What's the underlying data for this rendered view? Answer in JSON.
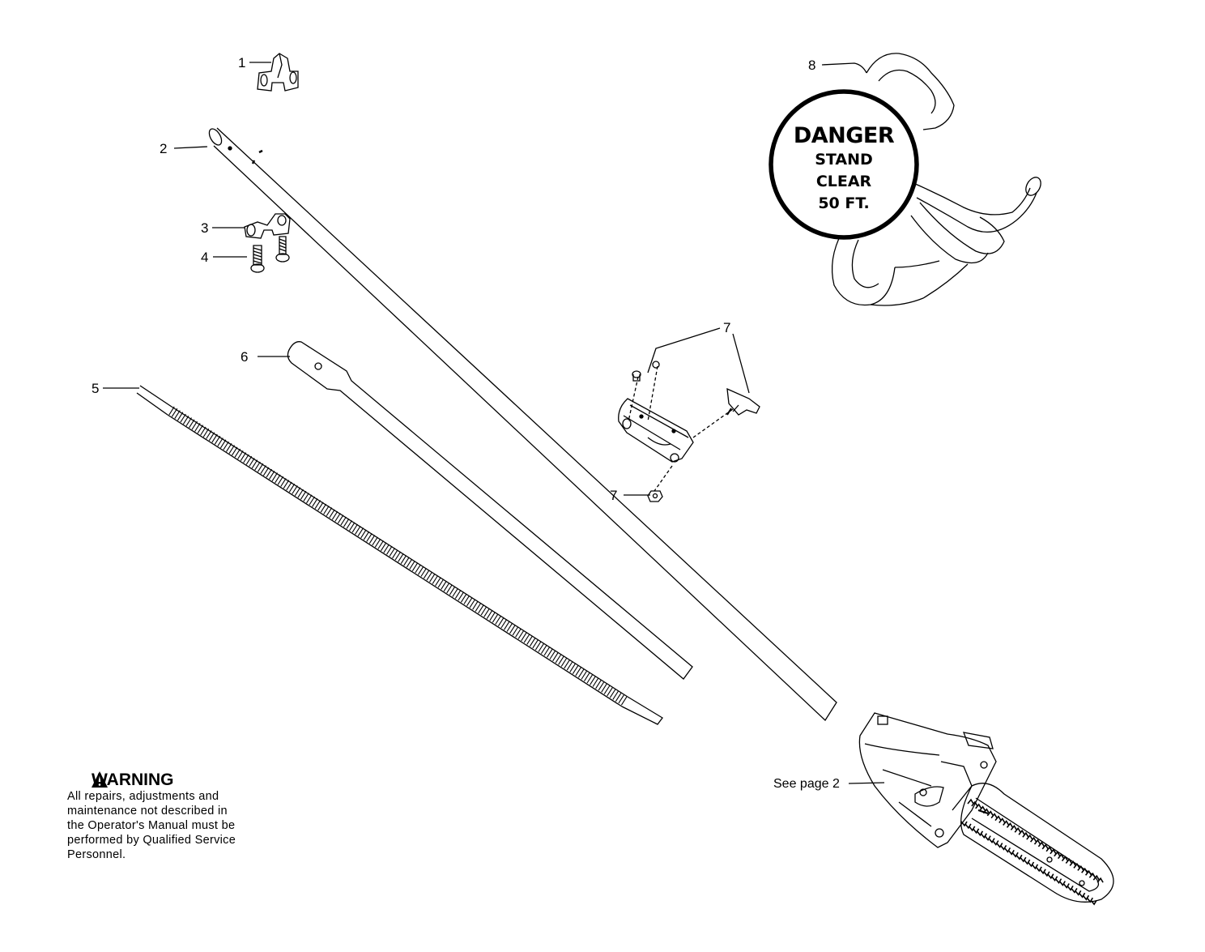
{
  "callouts": {
    "c1": "1",
    "c2": "2",
    "c3": "3",
    "c4": "4",
    "c5": "5",
    "c6": "6",
    "c7a": "7",
    "c7b": "7",
    "c8": "8",
    "see_page": "See page 2"
  },
  "danger_sign": {
    "title": "DANGER",
    "line1": "STAND",
    "line2": "CLEAR",
    "line3": "50 FT."
  },
  "warning": {
    "title": "WARNING",
    "lines": [
      "All repairs, adjustments and",
      "maintenance not described in",
      "the Operator's Manual must be",
      "performed by Qualified Service",
      "Personnel."
    ]
  }
}
